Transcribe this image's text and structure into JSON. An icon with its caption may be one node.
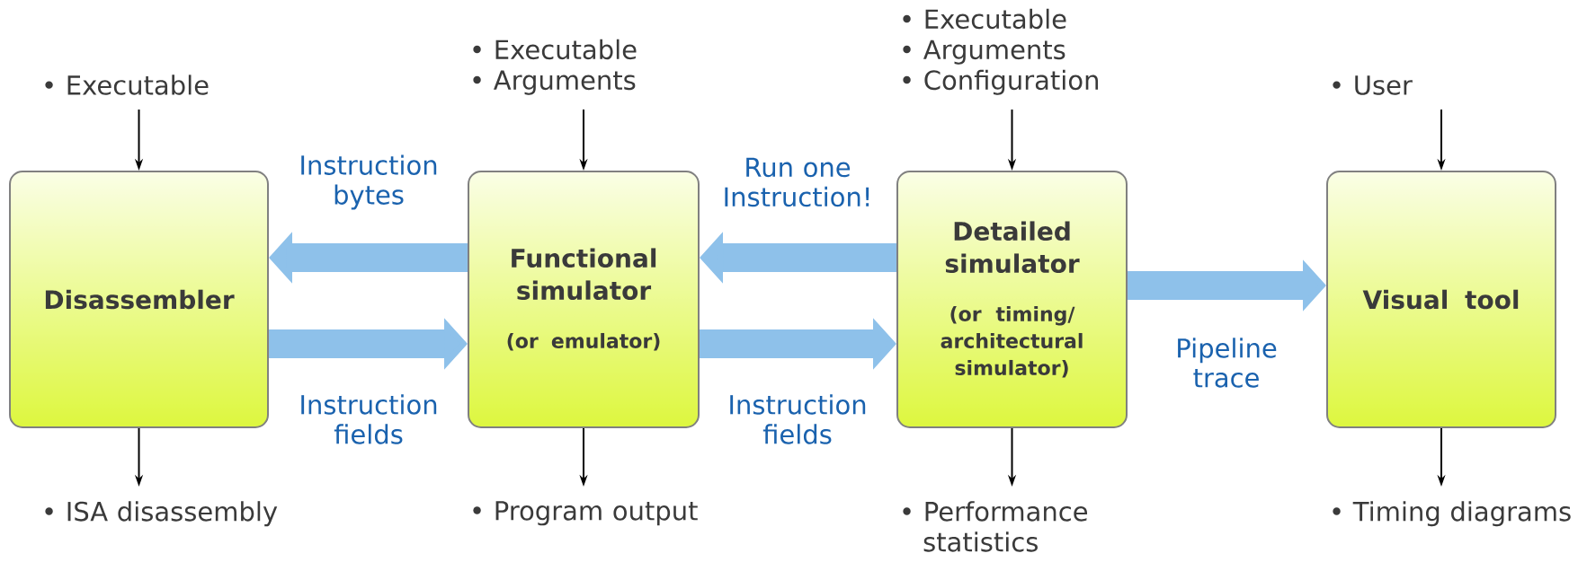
{
  "diagram": {
    "nodes": [
      {
        "text": [
          "Disassembler"
        ]
      },
      {
        "text": [
          "Functional simulator",
          "(or emulator)"
        ]
      },
      {
        "text": [
          "Detailed simulator",
          "(or timing/ architectural simulator)"
        ]
      },
      {
        "text": [
          "Visual tool"
        ]
      },
      {
        "text": [
          "• Executable"
        ]
      },
      {
        "text": [
          "• Executable",
          "• Arguments"
        ]
      },
      {
        "text": [
          "• Executable",
          "• Arguments",
          "• Configuration"
        ]
      },
      {
        "text": [
          "• User"
        ]
      },
      {
        "text": [
          "• ISA disassembly"
        ]
      },
      {
        "text": [
          "• Program output"
        ]
      },
      {
        "text": [
          "• Performance statistics"
        ]
      },
      {
        "text": [
          "• Timing diagrams"
        ]
      }
    ],
    "edges": [
      {
        "from": 1,
        "to": 0,
        "arrow": "to",
        "label": "Instruction bytes",
        "style": "thick",
        "color": "#8ec1ea"
      },
      {
        "from": 0,
        "to": 1,
        "arrow": "to",
        "label": "Instruction fields",
        "style": "thick",
        "color": "#8ec1ea"
      },
      {
        "from": 2,
        "to": 1,
        "arrow": "to",
        "label": "Run one Instruction!",
        "style": "thick",
        "color": "#8ec1ea"
      },
      {
        "from": 1,
        "to": 2,
        "arrow": "to",
        "label": "Instruction fields",
        "style": "thick",
        "color": "#8ec1ea"
      },
      {
        "from": 2,
        "to": 3,
        "arrow": "to",
        "label": "Pipeline trace",
        "style": "thick",
        "color": "#8ec1ea"
      },
      {
        "from": 4,
        "to": 0,
        "arrow": "to"
      },
      {
        "from": 5,
        "to": 1,
        "arrow": "to"
      },
      {
        "from": 6,
        "to": 2,
        "arrow": "to"
      },
      {
        "from": 7,
        "to": 3,
        "arrow": "to"
      },
      {
        "from": 0,
        "to": 8,
        "arrow": "to"
      },
      {
        "from": 1,
        "to": 9,
        "arrow": "to"
      },
      {
        "from": 2,
        "to": 10,
        "arrow": "to"
      },
      {
        "from": 3,
        "to": 11,
        "arrow": "to"
      }
    ]
  }
}
